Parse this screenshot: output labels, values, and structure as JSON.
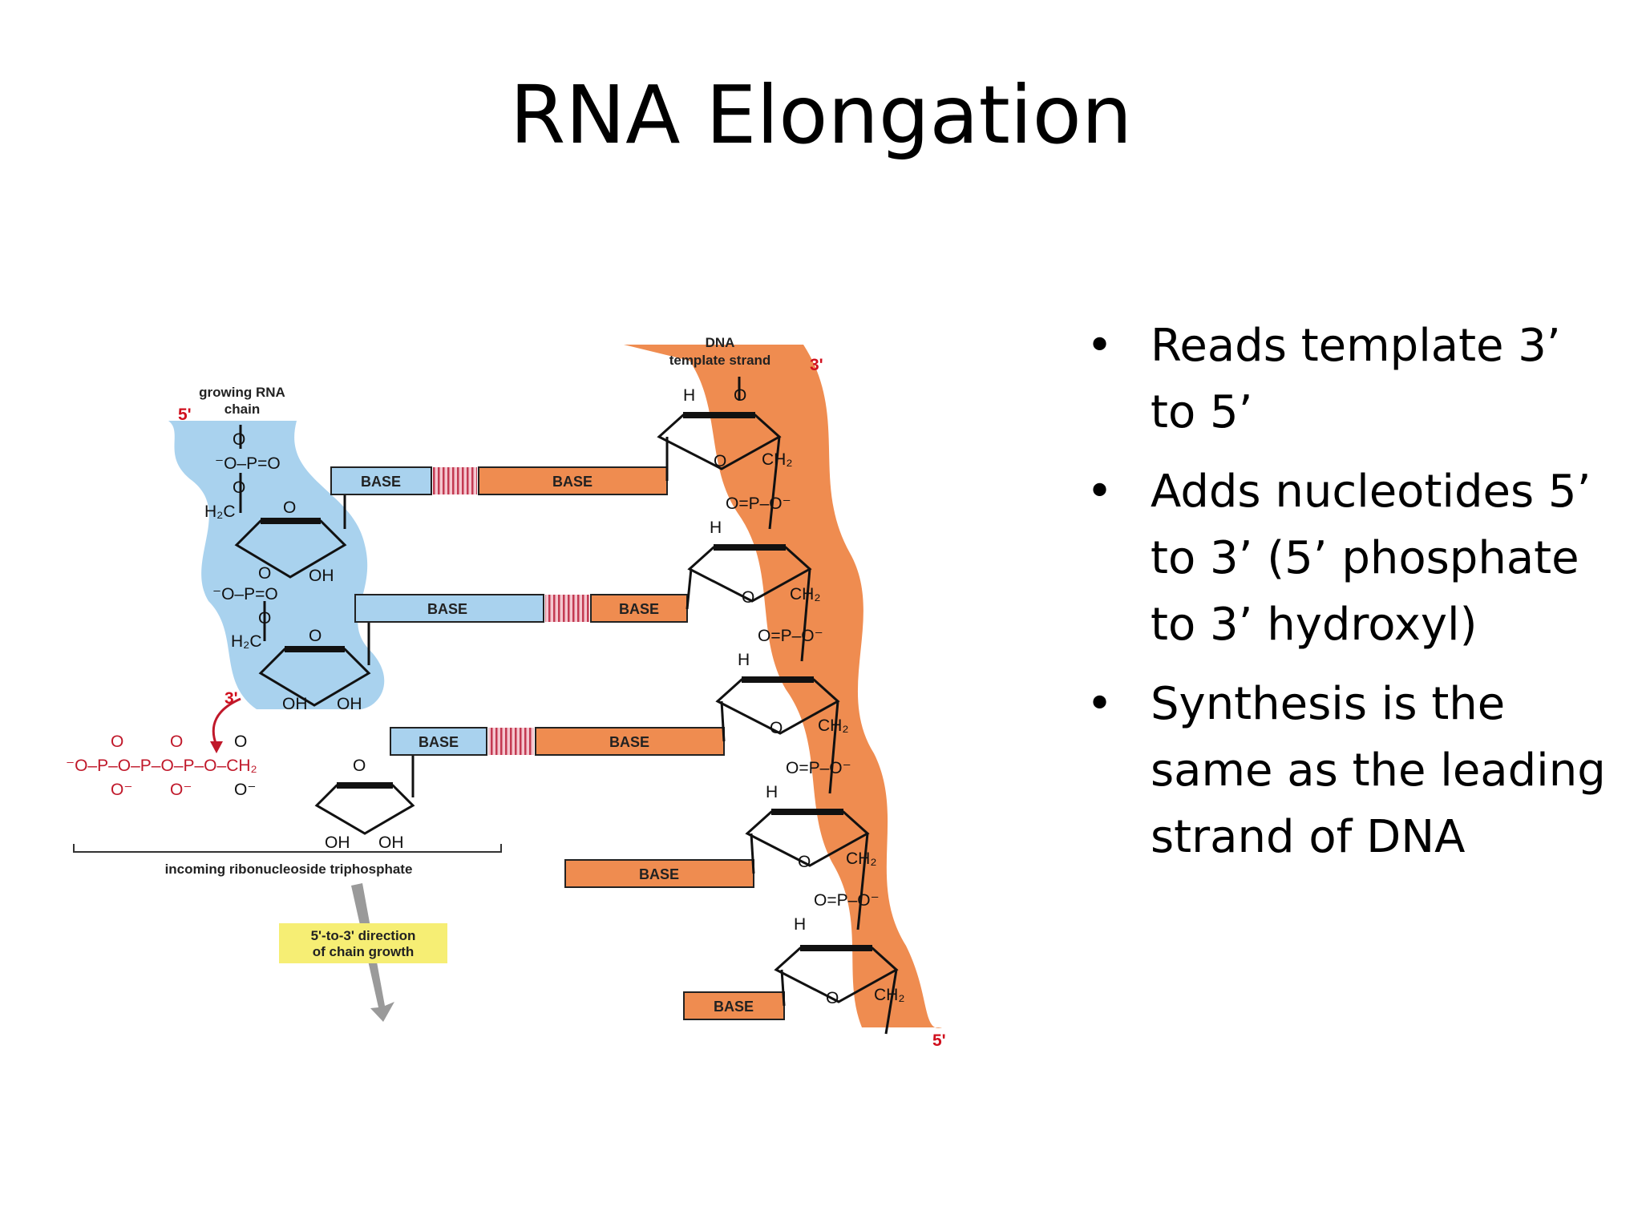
{
  "slide": {
    "title": "RNA Elongation",
    "bullets": [
      {
        "text": "Reads template 3’ to 5’"
      },
      {
        "text": "Adds nucleotides 5’ to 3’ (5’ phosphate to 3’ hydroxyl)"
      },
      {
        "text": "Synthesis is the same as the leading strand of DNA"
      }
    ],
    "bullet_symbol": "•"
  },
  "diagram": {
    "labels": {
      "dna_line1": "DNA",
      "dna_line2": "template strand",
      "rna_line1": "growing RNA",
      "rna_line2": "chain",
      "incoming": "incoming ribonucleoside triphosphate",
      "direction_line1": "5'-to-3' direction",
      "direction_line2": "of chain growth",
      "five_prime": "5'",
      "three_prime": "3'"
    },
    "base_label": "BASE",
    "atoms": {
      "O": "O",
      "P": "P",
      "H": "H",
      "OH": "OH",
      "O_minus": "O⁻",
      "minus_O": "⁻O",
      "H2C": "H₂C",
      "CH2": "CH₂",
      "O_eq_P_O": "O=P–O⁻",
      "minus_O_P_eq_O": "⁻O–P=O",
      "triphosphate": "⁻O–P–O–P–O–P–O–CH₂"
    },
    "colors": {
      "rna_strand": "#a9d2ee",
      "dna_strand": "#ef8c50",
      "rna_base": "#a9d2ee",
      "dna_base": "#ef8c50",
      "pair_stripes": "#c33a52",
      "phosphate_red": "#c0182a",
      "direction_box": "#f6ee74",
      "arrow": "#9a9a9a"
    }
  }
}
